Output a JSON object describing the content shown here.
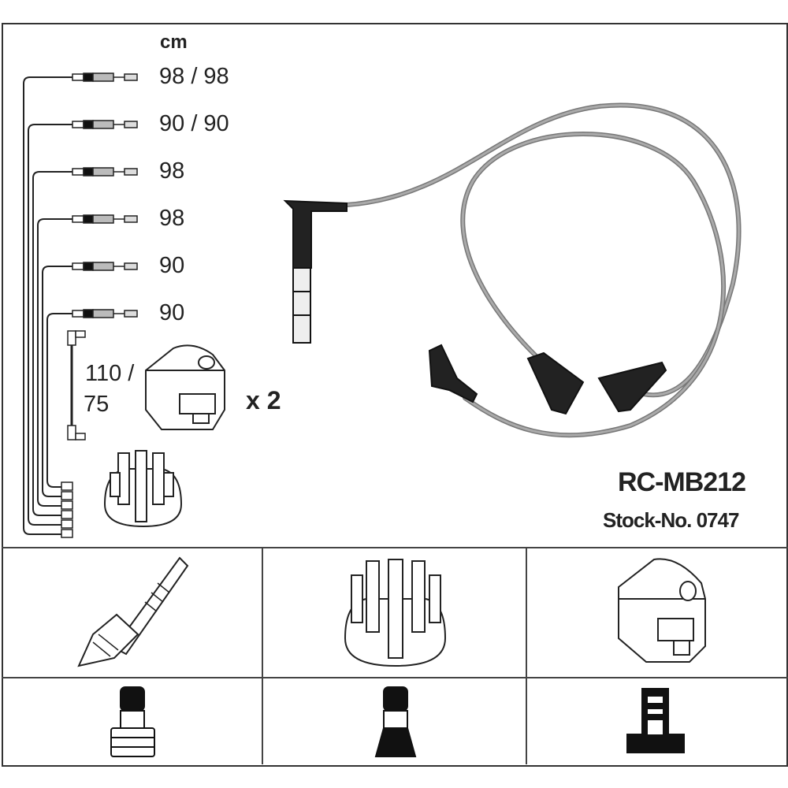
{
  "unit_label": "cm",
  "lengths": [
    "98 / 98",
    "90 / 90",
    "98",
    "98",
    "90",
    "90"
  ],
  "coil_cable_length_line1": "110 /",
  "coil_cable_length_line2": "75",
  "coil_quantity": "x 2",
  "part_number": "RC-MB212",
  "stock_number": "Stock-No. 0747",
  "colors": {
    "cable": "#8a8a8a",
    "ink": "#111111",
    "border": "#333333"
  }
}
